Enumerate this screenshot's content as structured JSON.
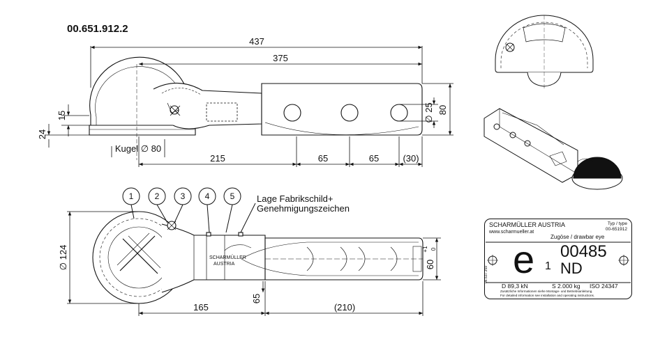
{
  "drawing": {
    "part_number": "00.651.912.2",
    "dimensions_top": {
      "overall_length": "437",
      "eye_length": "375",
      "ball_height": "15",
      "base_height": "24",
      "ball_diameter": "Kugel ∅ 80",
      "bore_diameter": "∅ 25",
      "plate_height": "80",
      "seg_a": "215",
      "seg_b": "65",
      "seg_c": "65",
      "seg_d": "(30)"
    },
    "dimensions_bottom": {
      "housing_diameter": "∅ 124",
      "width_60": "60",
      "tol_plus": "+1",
      "tol_zero": "0",
      "seg_165": "165",
      "seg_65": "65",
      "seg_210": "(210)"
    },
    "callouts": [
      "1",
      "2",
      "3",
      "4",
      "5"
    ],
    "callout_note_line1": "Lage Fabrikschild+",
    "callout_note_line2": "Genehmigungszeichen",
    "engraving_line1": "SCHARMÜLLER",
    "engraving_line2": "AUSTRIA"
  },
  "nameplate": {
    "manufacturer": "SCHARMÜLLER AUSTRIA",
    "website": "www.scharmueller.at",
    "type_label": "Typ / type",
    "type_value": "00-651912",
    "product": "Zugöse / drawbar eye",
    "mark": "e",
    "mark_sub": "1",
    "approval_no": "00485",
    "approval_suffix": "ND",
    "d_value": "D 89,3 kN",
    "s_value": "S 2.000 kg",
    "standard": "ISO 24347",
    "side_code": "06.537.359",
    "note_de": "Zusätzliche Informationen siehe Montage- und Betriebsanleitung.",
    "note_en": "For detailed information see installation and operating instructions."
  }
}
